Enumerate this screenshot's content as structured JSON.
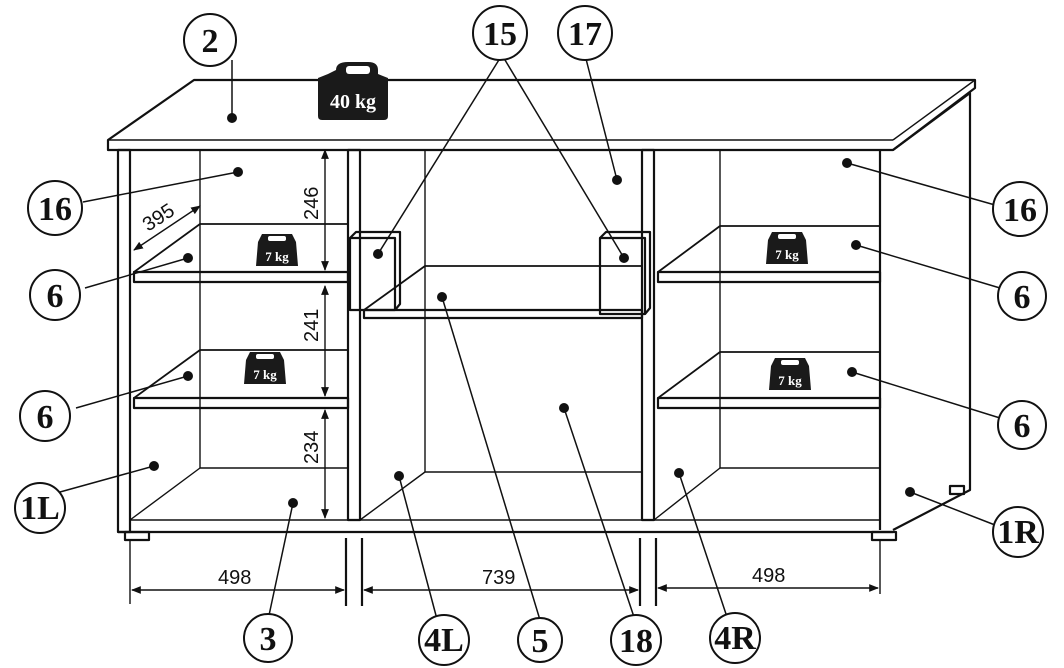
{
  "part_labels": {
    "p2": "2",
    "p15": "15",
    "p17": "17",
    "p16_left": "16",
    "p16_right": "16",
    "p6_left_top": "6",
    "p6_left_bottom": "6",
    "p6_right_top": "6",
    "p6_right_bottom": "6",
    "p1L": "1L",
    "p1R": "1R",
    "p3": "3",
    "p4L": "4L",
    "p5": "5",
    "p18": "18",
    "p4R": "4R"
  },
  "weights": {
    "top": "40 kg",
    "shelf_left_top": "7 kg",
    "shelf_left_bottom": "7 kg",
    "shelf_right_top": "7 kg",
    "shelf_right_bottom": "7 kg"
  },
  "dimensions": {
    "depth": "395",
    "shelf_height_top": "246",
    "shelf_height_middle": "241",
    "shelf_height_bottom": "234",
    "width_left": "498",
    "width_middle": "739",
    "width_right": "498"
  },
  "colors": {
    "line": "#111111",
    "weight_fill": "#1a1a1a",
    "background": "#ffffff"
  }
}
